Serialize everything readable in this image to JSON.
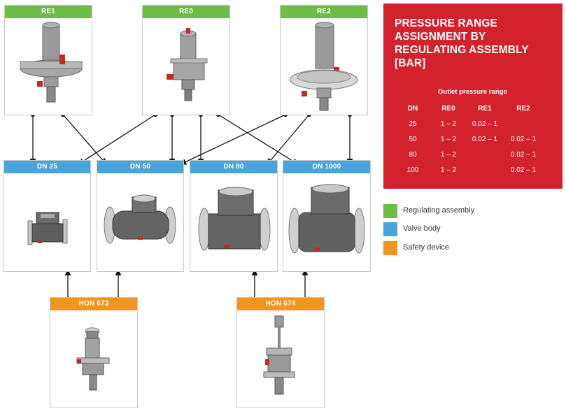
{
  "regulating_assemblies": [
    {
      "label": "RE1"
    },
    {
      "label": "RE0"
    },
    {
      "label": "RE2"
    }
  ],
  "valve_bodies": [
    {
      "label": "DN 25"
    },
    {
      "label": "DN 50"
    },
    {
      "label": "DN 80"
    },
    {
      "label": "DN 1000"
    }
  ],
  "safety_devices": [
    {
      "label": "HON 673"
    },
    {
      "label": "HON 674"
    }
  ],
  "panel": {
    "title": "PRESSURE RANGE ASSIGNMENT BY REGULATING ASSEMBLY [BAR]",
    "subheader": "Outlet pressure range",
    "columns": [
      "DN",
      "RE0",
      "RE1",
      "RE2"
    ],
    "rows": [
      [
        "25",
        "1 – 2",
        "0.02 – 1",
        ""
      ],
      [
        "50",
        "1 – 2",
        "0.02 – 1",
        "0.02 – 1"
      ],
      [
        "80",
        "1 – 2",
        "",
        "0.02 – 1"
      ],
      [
        "100",
        "1 – 2",
        "",
        "0.02 – 1"
      ]
    ]
  },
  "legend": [
    {
      "label": "Regulating assembly",
      "color": "#6cbf44"
    },
    {
      "label": "Valve body",
      "color": "#4aa3da"
    },
    {
      "label": "Safety device",
      "color": "#f29324"
    }
  ],
  "colors": {
    "green": "#6cbf44",
    "blue": "#4aa3da",
    "orange": "#f29324",
    "red_panel": "#d3222e"
  }
}
